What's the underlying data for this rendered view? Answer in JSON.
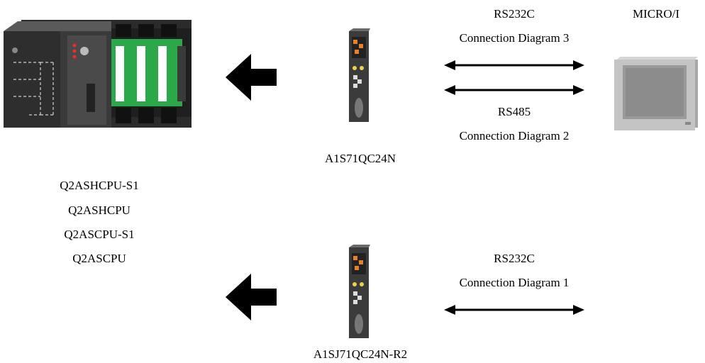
{
  "plc": {
    "models": [
      "Q2ASHCPU-S1",
      "Q2ASHCPU",
      "Q2ASCPU-S1",
      "Q2ASCPU"
    ]
  },
  "modules": {
    "top": "A1S71QC24N",
    "bottom": "A1SJ71QC24N-R2"
  },
  "connections": {
    "top_rs232c": {
      "protocol": "RS232C",
      "label": "Connection Diagram 3"
    },
    "top_rs485": {
      "protocol": "RS485",
      "label": "Connection Diagram 2"
    },
    "bottom_rs232c": {
      "protocol": "RS232C",
      "label": "Connection Diagram 1"
    }
  },
  "hmi": {
    "label": "MICRO/I"
  }
}
